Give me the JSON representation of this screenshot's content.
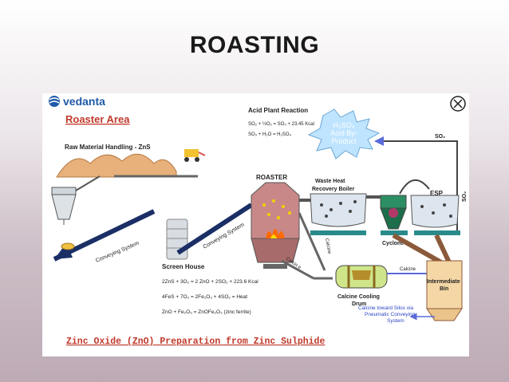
{
  "slide": {
    "title": "ROASTING"
  },
  "diagram": {
    "logo": "vedanta",
    "roaster_area": "Roaster Area",
    "raw_material": "Raw Material Handling - ZnS",
    "acid_plant_title": "Acid Plant Reaction",
    "acid_eq1": "SO₂ + ½O₂ = SO₃ + 23.45 Kcal",
    "acid_eq2": "SO₃ + H₂O = H₂SO₄",
    "acid_product": [
      "H₂SO₄",
      "Acid By-",
      "Product"
    ],
    "so2_top": "SO₂",
    "so2_side": "SO₂",
    "roaster": "ROASTER",
    "whrb": [
      "Waste Heat",
      "Recovery Boiler"
    ],
    "esp": "ESP",
    "cyclone": "Cyclone",
    "calcine_1": "Calcine",
    "calcine_2": "Calcin e",
    "calcine_3": "Calcine",
    "conveying_1": "Conveying System",
    "conveying_2": "Conveying System",
    "screen_house": "Screen House",
    "eq1": "2ZnS + 3O₂ = 2 ZnO + 2SO₂ + 223.6 Kcal",
    "eq2": "4FeS + 7O₂ = 2Fe₂O₃ + 4SO₂ = Heat",
    "eq3": "ZnO + Fe₂O₃ = ZnOFe₂O₃ (zinc ferrite)",
    "cooling_drum": [
      "Calcine Cooling",
      "Drum"
    ],
    "intermediate_bin": [
      "Intermediate",
      "Bin"
    ],
    "silo_transport": [
      "Calcine toward Silos via",
      "Pneumatic Conveying",
      "System"
    ],
    "caption": "Zinc Oxide (ZnO) Preparation from Zinc Sulphide"
  }
}
